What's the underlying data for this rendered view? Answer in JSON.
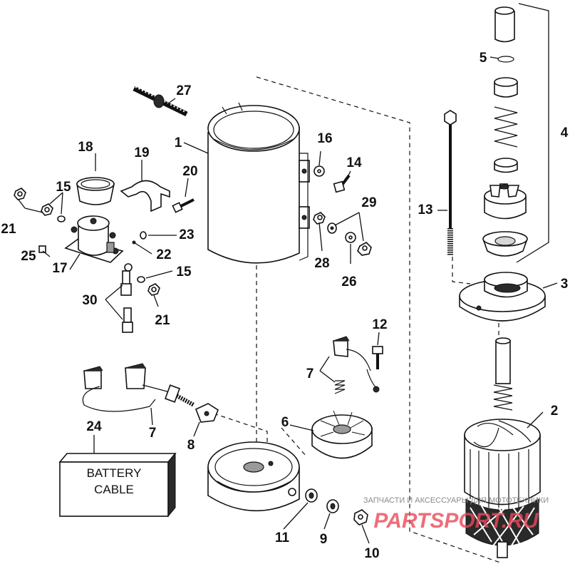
{
  "callouts": {
    "c1": "1",
    "c2": "2",
    "c3": "3",
    "c4": "4",
    "c5": "5",
    "c6": "6",
    "c7a": "7",
    "c7b": "7",
    "c8": "8",
    "c9": "9",
    "c10": "10",
    "c11": "11",
    "c12": "12",
    "c13": "13",
    "c14": "14",
    "c15a": "15",
    "c15b": "15",
    "c16": "16",
    "c17": "17",
    "c18": "18",
    "c19": "19",
    "c20": "20",
    "c21a": "21",
    "c21b": "21",
    "c22": "22",
    "c23": "23",
    "c24": "24",
    "c25": "25",
    "c26": "26",
    "c27": "27",
    "c28": "28",
    "c29": "29",
    "c30": "30"
  },
  "battery_cable": {
    "line1": "BATTERY",
    "line2": "CABLE"
  },
  "watermark": {
    "caption": "ЗАПЧАСТИ И АКСЕССУАРЫ ДЛЯ МОТОТЕХНИКИ",
    "brand": "PARTSPORT.RU"
  }
}
